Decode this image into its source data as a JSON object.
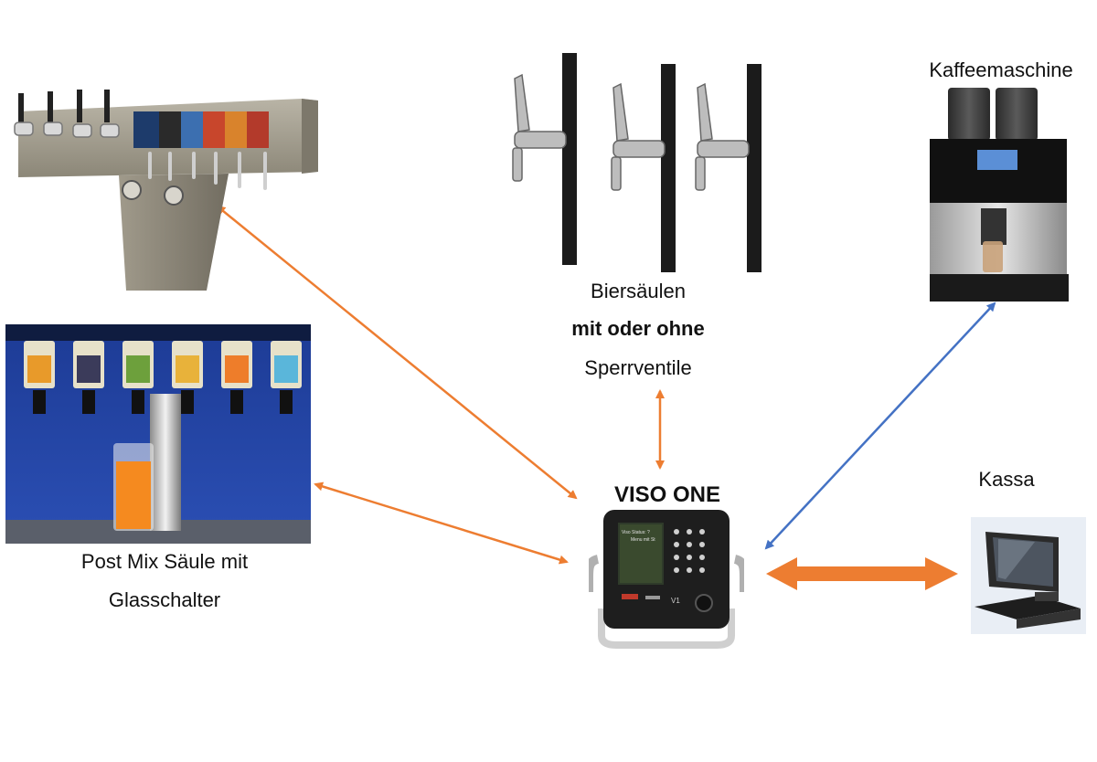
{
  "nodes": {
    "tap_bar": {
      "label": ""
    },
    "postmix": {
      "label_line1": "Post Mix Säule mit",
      "label_line2": "Glasschalter"
    },
    "beer": {
      "label_line1": "Biersäulen",
      "label_line2": "mit oder ohne",
      "label_line3": "Sperrventile"
    },
    "coffee": {
      "label": "Kaffeemaschine"
    },
    "viso": {
      "label": "VISO ONE",
      "screen_text_1": "Viso Status: ?",
      "screen_text_2": "Menu mit St",
      "brand": "V1"
    },
    "kassa": {
      "label": "Kassa"
    }
  },
  "colors": {
    "orange": "#ED7D31",
    "blue": "#4472C4"
  },
  "icons": [
    "tap-tower-icon",
    "postmix-tower-icon",
    "beer-column-icon",
    "coffee-machine-icon",
    "viso-terminal-icon",
    "pos-register-icon"
  ]
}
